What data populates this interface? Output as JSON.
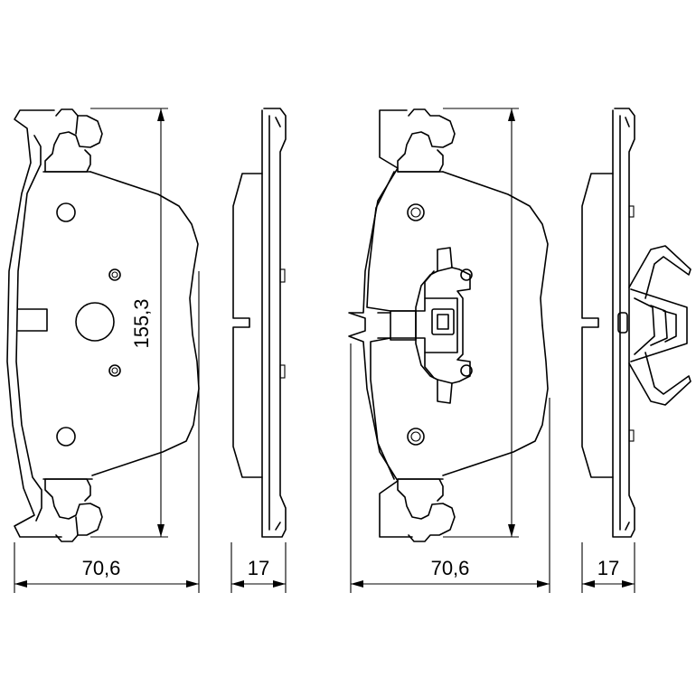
{
  "dimensions": {
    "pad_height": "155,3",
    "pad_width_left": "70,6",
    "pad_thickness_left": "17",
    "pad_width_right": "70,6",
    "pad_thickness_right": "17"
  }
}
